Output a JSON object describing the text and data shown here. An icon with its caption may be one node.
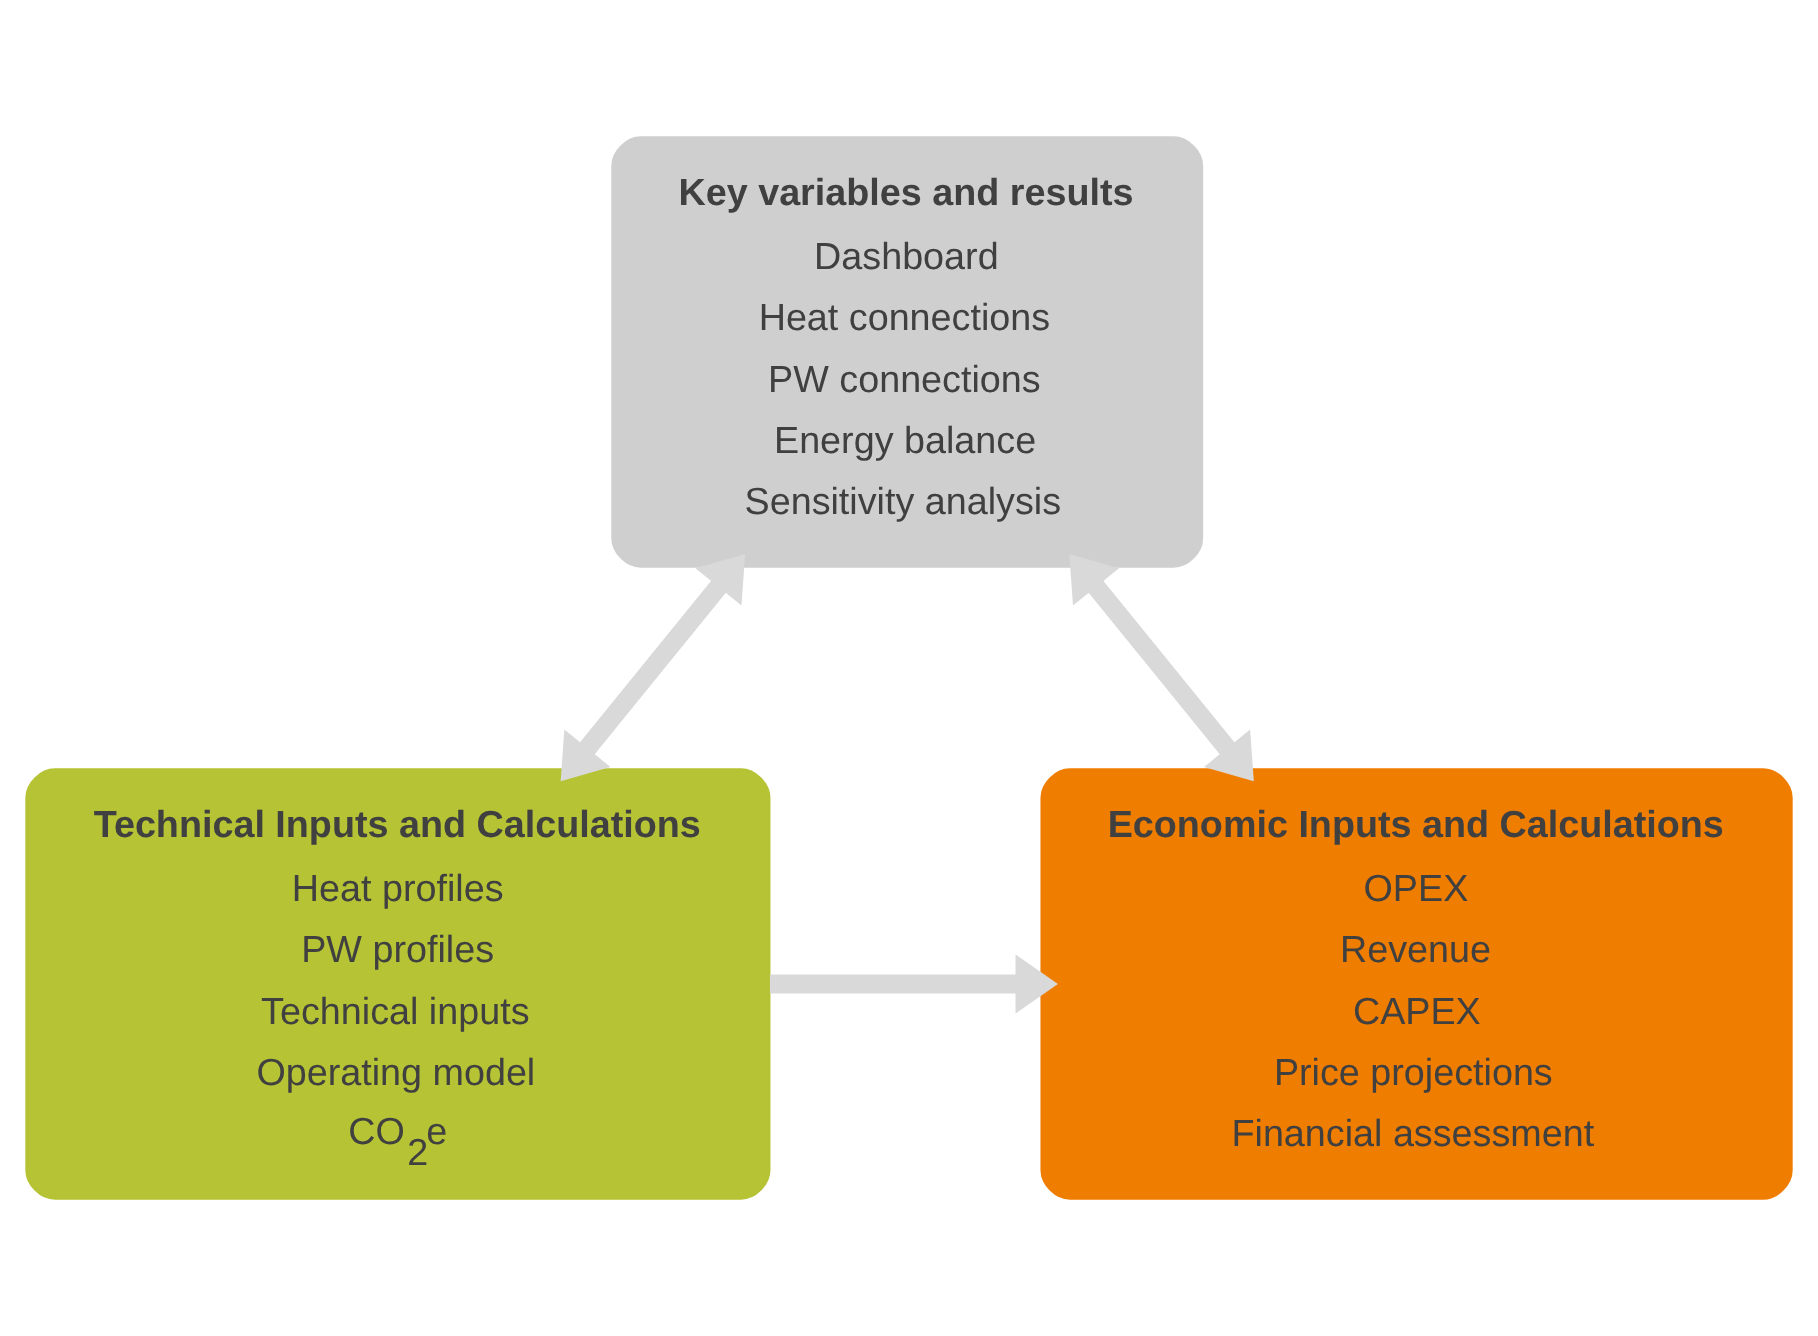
{
  "diagram": {
    "nodes": [
      {
        "text": [
          "Key variables and results",
          "Dashboard",
          "Heat connections",
          "PW connections",
          "Energy balance",
          "Sensitivity analysis"
        ]
      },
      {
        "text": [
          "Technical Inputs and Calculations",
          "Heat profiles",
          "PW profiles",
          "Technical inputs",
          "Operating model",
          "CO$_{2}$e"
        ]
      },
      {
        "text": [
          "Economic Inputs and Calculations",
          "OPEX",
          "Revenue",
          "CAPEX",
          "Price projections",
          "Financial assessment"
        ]
      }
    ],
    "edges": [
      {
        "from": 0,
        "to": 1,
        "arrow": "both"
      },
      {
        "from": 0,
        "to": 2,
        "arrow": "both"
      },
      {
        "from": 1,
        "to": 2,
        "arrow": "to"
      }
    ]
  }
}
